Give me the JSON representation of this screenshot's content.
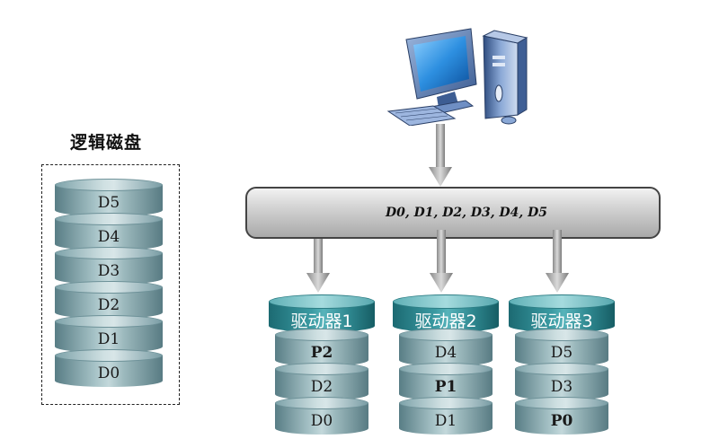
{
  "logical_disk": {
    "title": "逻辑磁盘",
    "stack": [
      "D5",
      "D4",
      "D3",
      "D2",
      "D1",
      "D0"
    ]
  },
  "bus_label": "D0, D1, D2, D3, D4, D5",
  "drives": [
    {
      "name": "驱动器1",
      "blocks": [
        {
          "label": "P2",
          "bold": true
        },
        {
          "label": "D2",
          "bold": false
        },
        {
          "label": "D0",
          "bold": false
        }
      ]
    },
    {
      "name": "驱动器2",
      "blocks": [
        {
          "label": "D4",
          "bold": false
        },
        {
          "label": "P1",
          "bold": true
        },
        {
          "label": "D1",
          "bold": false
        }
      ]
    },
    {
      "name": "驱动器3",
      "blocks": [
        {
          "label": "D5",
          "bold": false
        },
        {
          "label": "D3",
          "bold": false
        },
        {
          "label": "P0",
          "bold": true
        }
      ]
    }
  ],
  "icons": [
    "computer-icon",
    "down-arrow-icon"
  ]
}
